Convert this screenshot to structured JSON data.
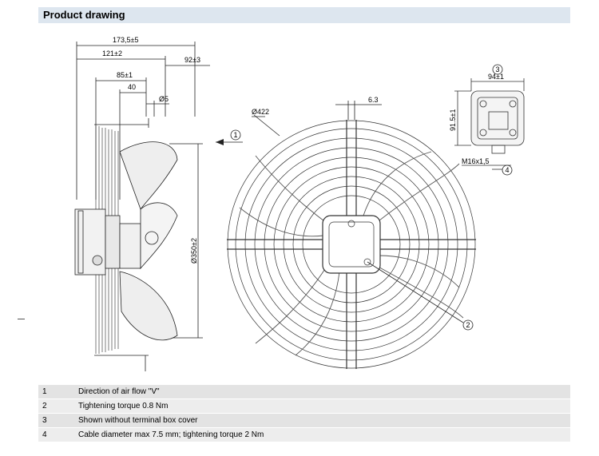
{
  "header": {
    "title": "Product drawing"
  },
  "side_view": {
    "dim_overall": "173,5±5",
    "dim_body": "121±2",
    "dim_extension": "92±3",
    "dim_hub": "85±1",
    "dim_40": "40",
    "dim_5": "Ø5",
    "dim_diameter": "Ø350±2",
    "callout_1": "1"
  },
  "front_view": {
    "dim_guard_diameter": "Ø422",
    "dim_slot": "6.3",
    "callout_2": "2"
  },
  "terminal_box": {
    "callout_3": "3",
    "dim_width": "94±1",
    "dim_height": "91.5±1",
    "cable_gland": "M16x1,5",
    "callout_4": "4"
  },
  "notes": [
    {
      "num": "1",
      "text": "Direction of air flow \"V\""
    },
    {
      "num": "2",
      "text": "Tightening torque 0.8 Nm"
    },
    {
      "num": "3",
      "text": "Shown without terminal box cover"
    },
    {
      "num": "4",
      "text": "Cable diameter max 7.5 mm; tightening torque 2 Nm"
    }
  ]
}
